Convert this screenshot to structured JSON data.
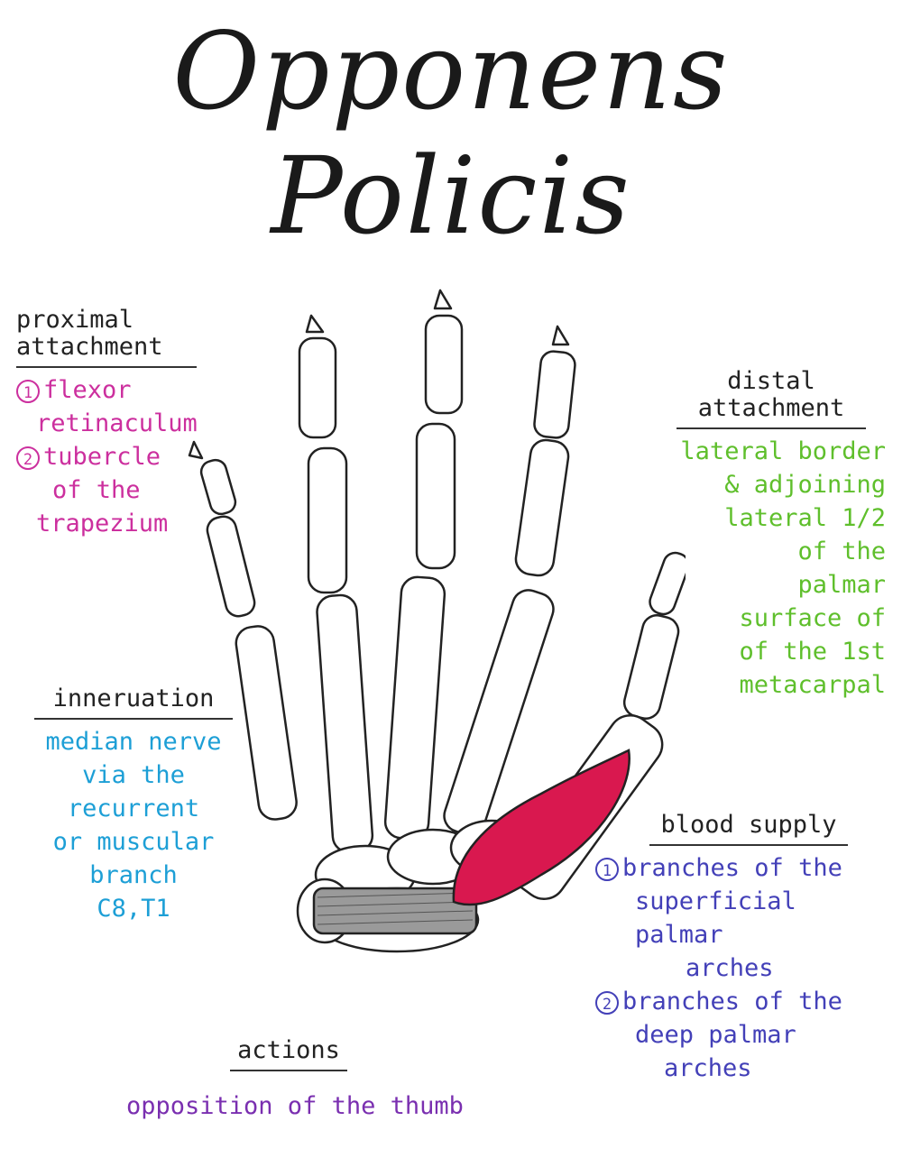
{
  "title": "Opponens Policis",
  "colors": {
    "proximal": "#cc2f9e",
    "distal": "#5fbf2c",
    "innervation": "#1d9fd6",
    "blood": "#4340b8",
    "actions": "#7a2fb0",
    "muscle": "#d9184f",
    "ink": "#222222"
  },
  "proximal": {
    "heading_line1": "proximal",
    "heading_line2": "attachment",
    "items": [
      {
        "num": "1",
        "line1": "flexor",
        "line2": "retinaculum"
      },
      {
        "num": "2",
        "line1": "tubercle",
        "line2": "of the",
        "line3": "trapezium"
      }
    ]
  },
  "distal": {
    "heading_line1": "distal",
    "heading_line2": "attachment",
    "lines": [
      "lateral border",
      "& adjoining",
      "lateral 1/2",
      "of the",
      "palmar",
      "surface of",
      "of the 1st",
      "metacarpal"
    ]
  },
  "innervation": {
    "heading": "inneruation",
    "lines": [
      "median nerve",
      "via the",
      "recurrent",
      "or muscular",
      "branch",
      "C8,T1"
    ]
  },
  "blood": {
    "heading": "blood supply",
    "items": [
      {
        "num": "1",
        "line1": "branches of the",
        "line2": "superficial palmar",
        "line3": "arches"
      },
      {
        "num": "2",
        "line1": "branches of the",
        "line2": "deep palmar",
        "line3": "arches"
      }
    ]
  },
  "actions": {
    "heading": "actions",
    "text": "opposition of the thumb"
  }
}
